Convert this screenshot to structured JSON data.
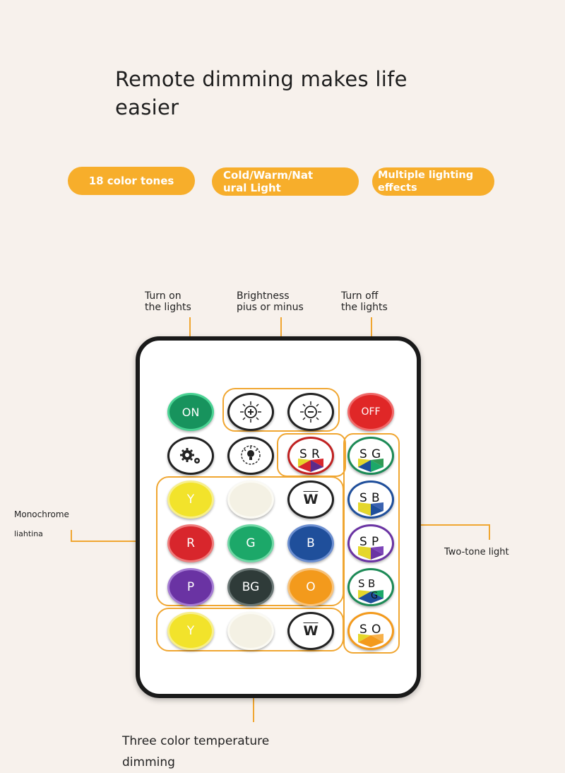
{
  "headline": "Remote dimming makes life\neasier",
  "features": {
    "tones": "18 color tones",
    "cct": "Cold/Warm/Nat\nural Light",
    "effects": "Multiple lighting\neffects"
  },
  "callouts": {
    "turn_on": "Turn on\nthe lights",
    "brightness": "Brightness\npius or minus",
    "turn_off": "Turn off\nthe lights",
    "monochrome_1": "Monochrome",
    "monochrome_2": "liahtina",
    "two_tone": "Two-tone light",
    "three_color": "Three color temperature\ndimming"
  },
  "buttons": {
    "on": "ON",
    "off": "OFF",
    "y": "Y",
    "w": "W",
    "r": "R",
    "g": "G",
    "b": "B",
    "p": "P",
    "bg": "BG",
    "o": "O",
    "sr_s": "S",
    "sr_r": "R",
    "sg_s": "S",
    "sg_g": "G",
    "sb_s": "S",
    "sb_b": "B",
    "sp_s": "S",
    "sp_p": "P",
    "sbg_s": "S",
    "sbg_b": "B",
    "sbg_g": "G",
    "so_s": "S",
    "so_o": "O"
  },
  "colors": {
    "accent": "#f7ae2b",
    "on_green": "#17935d",
    "off_red": "#e02727",
    "yellow": "#f2e32b",
    "red": "#d8262c",
    "green": "#1ca869",
    "blue": "#1f4f9b",
    "purple": "#6a33a3",
    "bg_dark": "#2f3b39",
    "orange": "#f39a1c"
  }
}
